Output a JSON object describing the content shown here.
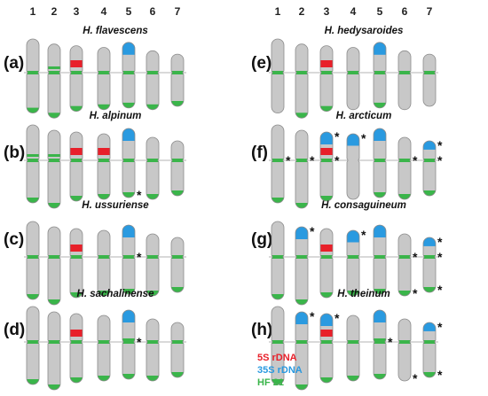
{
  "column_numbers": [
    "1",
    "2",
    "3",
    "4",
    "5",
    "6",
    "7"
  ],
  "colors": {
    "chromosome_fill": "#c8c8c8",
    "chromosome_stroke": "#8c8c8c",
    "rdna_5s": "#e8202a",
    "rdna_35s": "#2a9ae0",
    "hf21": "#3ab54a"
  },
  "legend": {
    "rdna_5s": "5S rDNA",
    "rdna_35s": "35S rDNA",
    "hf21": "HF 21"
  },
  "star_symbol": "*",
  "panels": [
    {
      "label": "(a)",
      "title": "H. flavescens",
      "stars": []
    },
    {
      "label": "(b)",
      "title": "H. alpinum",
      "stars": [
        {
          "chrom": 5,
          "where": "bottom"
        }
      ]
    },
    {
      "label": "(c)",
      "title": "H. ussuriense",
      "stars": [
        {
          "chrom": 5,
          "where": "centromere"
        }
      ]
    },
    {
      "label": "(d)",
      "title": "H. sachalinense",
      "stars": [
        {
          "chrom": 5,
          "where": "centromere"
        }
      ]
    },
    {
      "label": "(e)",
      "title": "H. hedysaroides",
      "stars": []
    },
    {
      "label": "(f)",
      "title": "H. arcticum",
      "stars": [
        {
          "chrom": 1,
          "where": "centromere"
        },
        {
          "chrom": 2,
          "where": "centromere"
        },
        {
          "chrom": 3,
          "where": "top"
        },
        {
          "chrom": 3,
          "where": "centromere"
        },
        {
          "chrom": 4,
          "where": "top"
        },
        {
          "chrom": 6,
          "where": "centromere"
        },
        {
          "chrom": 7,
          "where": "top"
        },
        {
          "chrom": 7,
          "where": "centromere"
        }
      ]
    },
    {
      "label": "(g)",
      "title": "H. consaguineum",
      "stars": [
        {
          "chrom": 2,
          "where": "top"
        },
        {
          "chrom": 4,
          "where": "top"
        },
        {
          "chrom": 6,
          "where": "centromere"
        },
        {
          "chrom": 6,
          "where": "bottom"
        },
        {
          "chrom": 7,
          "where": "top"
        },
        {
          "chrom": 7,
          "where": "centromere"
        },
        {
          "chrom": 7,
          "where": "bottom"
        }
      ]
    },
    {
      "label": "(h)",
      "title": "H. theinum",
      "stars": [
        {
          "chrom": 2,
          "where": "top"
        },
        {
          "chrom": 3,
          "where": "top"
        },
        {
          "chrom": 5,
          "where": "centromere"
        },
        {
          "chrom": 6,
          "where": "bottom"
        },
        {
          "chrom": 7,
          "where": "top"
        },
        {
          "chrom": 7,
          "where": "bottom"
        }
      ]
    }
  ]
}
